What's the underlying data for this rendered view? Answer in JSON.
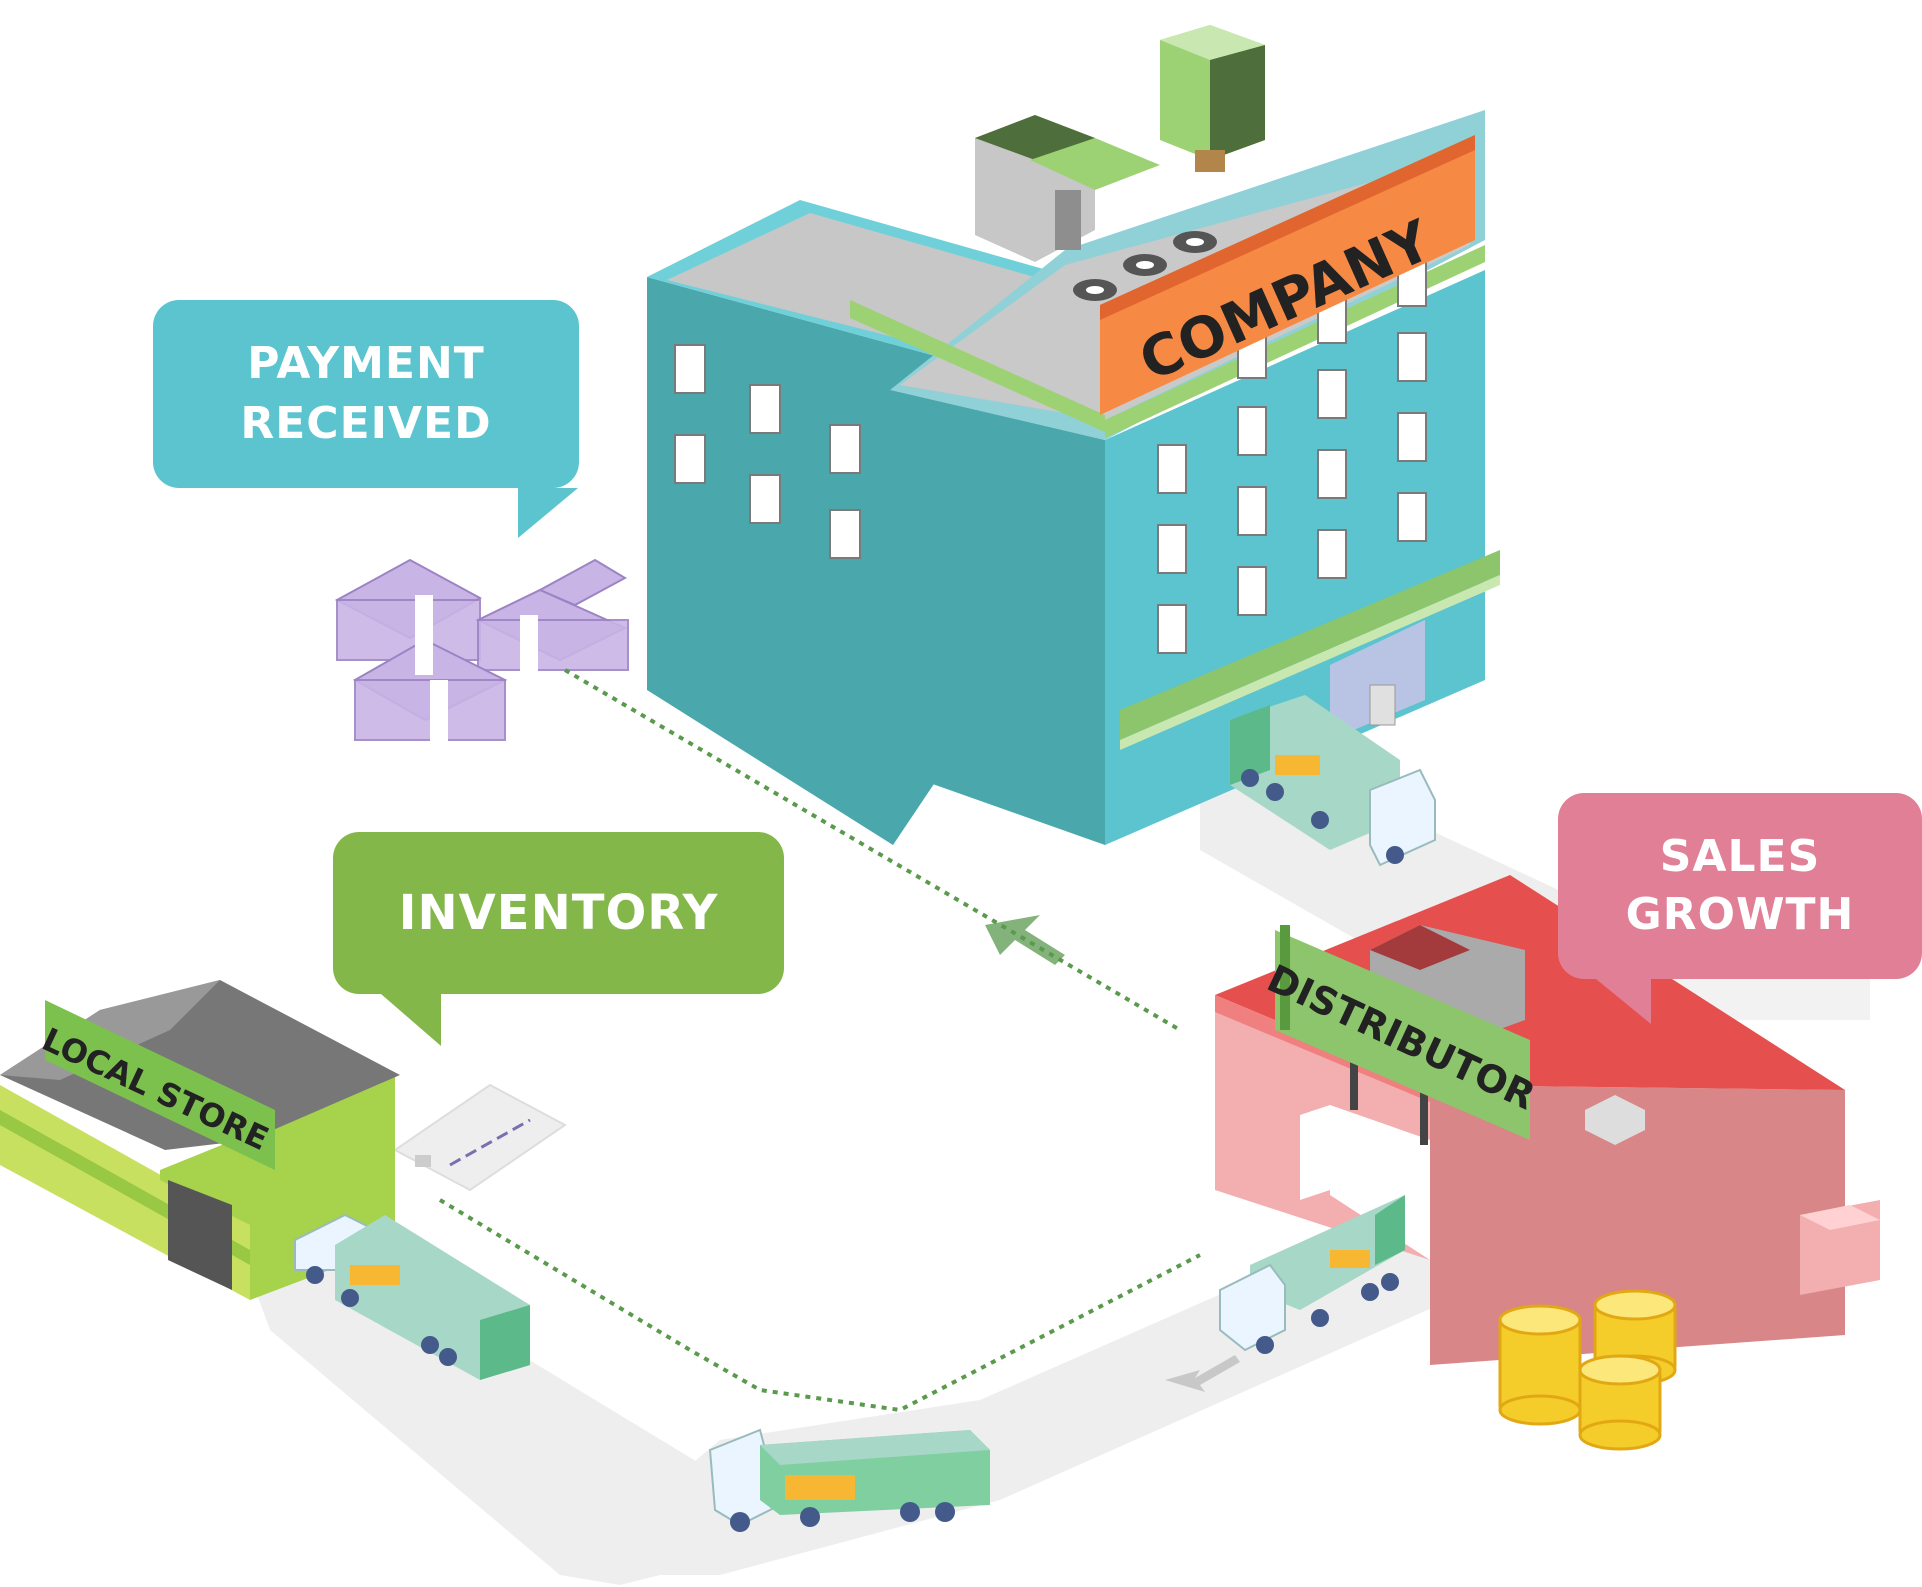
{
  "labels": {
    "company_sign": "COMPANY",
    "distributor_sign": "DISTRIBUTOR",
    "store_sign": "LOCAL STORE",
    "payment": "PAYMENT\nRECEIVED",
    "inventory": "INVENTORY",
    "sales": "SALES\nGROWTH"
  },
  "colors": {
    "company_wall": "#5bc4cf",
    "company_wall_dark": "#4aa8ad",
    "company_sign_bg": "#f68a45",
    "distributor_roof": "#e5504f",
    "distributor_wall": "#f3aeb0",
    "distributor_sign_bg": "#8cc56b",
    "store_wall": "#a6d24c",
    "store_roof": "#777777",
    "road": "#eeeeee",
    "flow_line": "#5a9a4d",
    "money": "#c9b4e6",
    "coins": "#f4cd2a"
  },
  "icons": [
    "building-icon",
    "truck-icon",
    "cash-stack-icon",
    "coin-stack-icon",
    "credit-card-icon",
    "arrow-icon"
  ]
}
